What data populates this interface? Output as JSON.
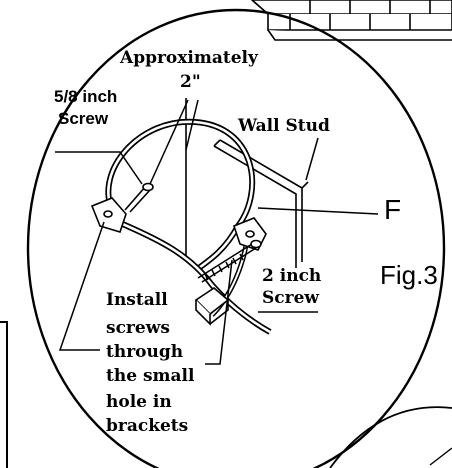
{
  "labels": {
    "approx_line1": "Approximately",
    "approx_line2": "2\"",
    "screw_58_line1": "5/8 inch",
    "screw_58_line2": "Screw",
    "wall_stud": "Wall Stud",
    "letter_f": "F",
    "fig": "Fig.3",
    "screw_2in_line1": "2 inch",
    "screw_2in_line2": "Screw",
    "install": [
      "Install",
      "screws",
      "through",
      "the small",
      "hole in",
      "brackets"
    ]
  },
  "colors": {
    "ink": "#000000",
    "paper": "#ffffff"
  }
}
